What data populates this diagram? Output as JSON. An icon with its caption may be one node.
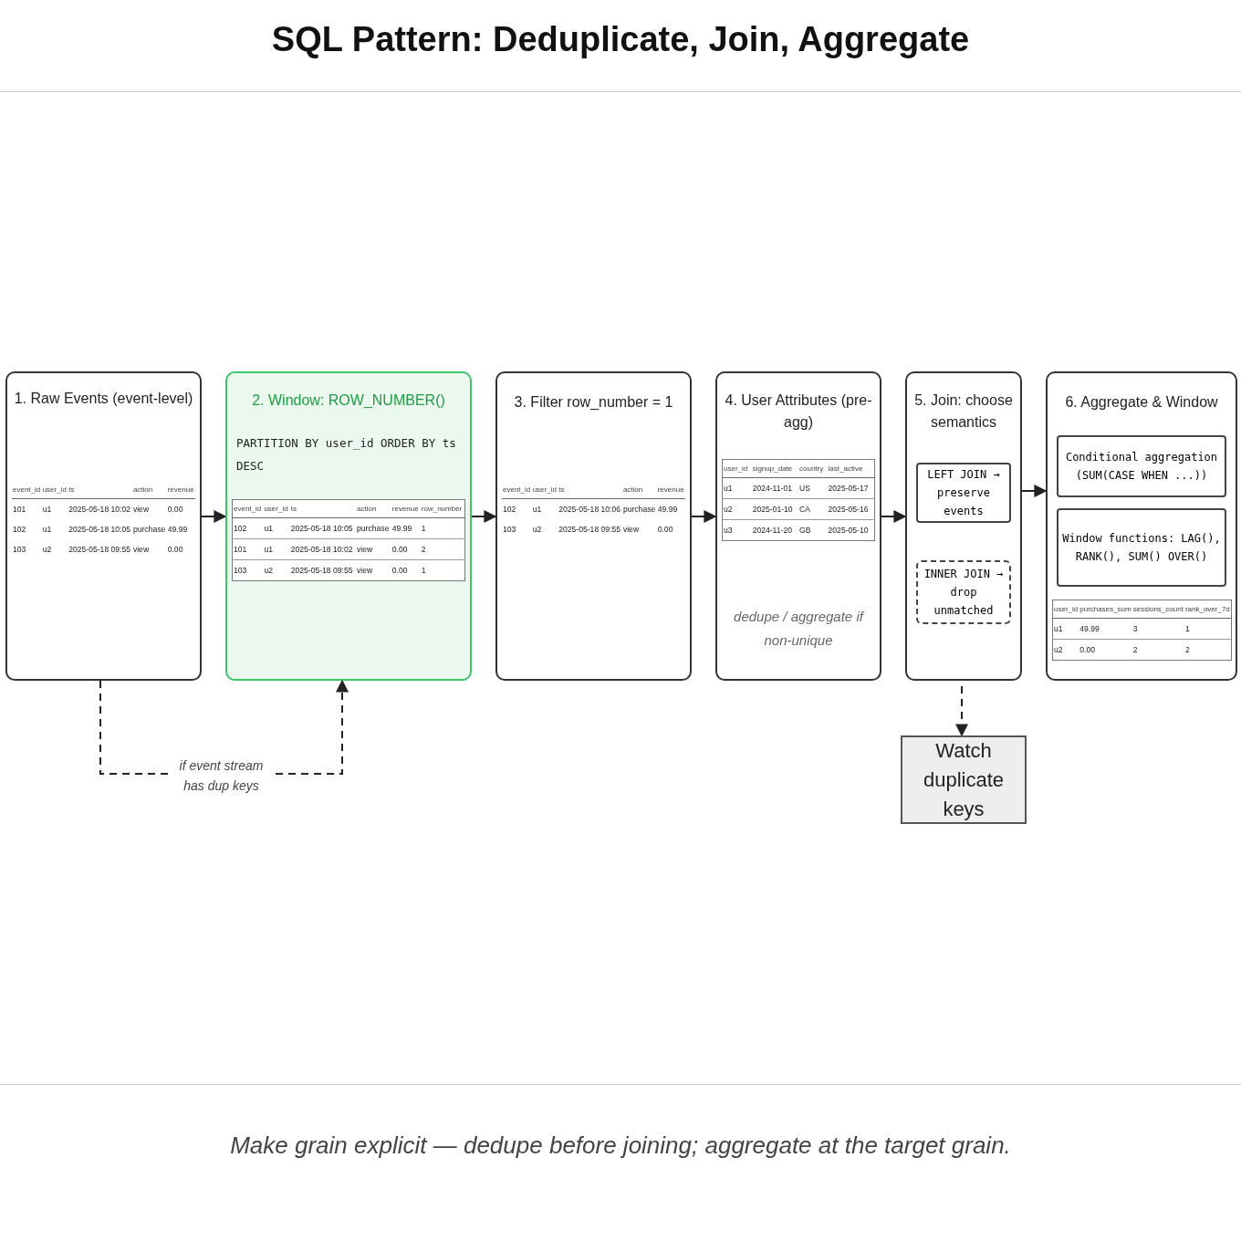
{
  "diagram": {
    "title": "SQL Pattern: Deduplicate, Join, Aggregate",
    "caption": "Make grain explicit — dedupe before joining; aggregate at the target grain.",
    "nodes": [
      {
        "text": [
          "1. Raw Events (event-level)"
        ]
      },
      {
        "text": [
          "2. Window: ROW_NUMBER()",
          "PARTITION BY user_id ORDER BY ts DESC"
        ]
      },
      {
        "text": [
          "3. Filter row_number = 1"
        ]
      },
      {
        "text": [
          "4. User Attributes (pre-agg)",
          "dedupe / aggregate if non-unique"
        ]
      },
      {
        "text": [
          "5. Join: choose semantics"
        ]
      },
      {
        "text": [
          "LEFT JOIN → preserve events"
        ],
        "in": 4
      },
      {
        "text": [
          "INNER JOIN → drop unmatched"
        ],
        "in": 4
      },
      {
        "text": [
          "6. Aggregate & Window"
        ]
      },
      {
        "text": [
          "Conditional aggregation (SUM(CASE WHEN ...))"
        ],
        "in": 7
      },
      {
        "text": [
          "Window functions: LAG(), RANK(), SUM() OVER()"
        ],
        "in": 7
      },
      {
        "text": [
          "Watch duplicate keys"
        ]
      }
    ],
    "edges": [
      {
        "from": 0,
        "to": 1,
        "arrow": "to"
      },
      {
        "from": 1,
        "to": 2,
        "arrow": "to"
      },
      {
        "from": 2,
        "to": 3,
        "arrow": "to"
      },
      {
        "from": 3,
        "to": 4,
        "arrow": "to"
      },
      {
        "from": 5,
        "to": 7,
        "arrow": "to"
      },
      {
        "from": 0,
        "to": 1,
        "arrow": "to",
        "style": "dashed",
        "label": "if event stream has dup keys"
      },
      {
        "from": 6,
        "to": 10,
        "arrow": "to",
        "style": "dashed"
      }
    ],
    "labels": [
      "event_id",
      "user_id",
      "ts",
      "action",
      "revenue",
      "101",
      "u1",
      "2025-05-18 10:02",
      "view",
      "0.00",
      "102",
      "u1",
      "2025-05-18 10:05",
      "purchase",
      "49.99",
      "103",
      "u2",
      "2025-05-18 09:55",
      "view",
      "0.00",
      "event_id",
      "user_id",
      "ts",
      "action",
      "revenue",
      "row_number",
      "102",
      "u1",
      "2025-05-18 10:05",
      "purchase",
      "49.99",
      "1",
      "101",
      "u1",
      "2025-05-18 10:02",
      "view",
      "0.00",
      "2",
      "103",
      "u2",
      "2025-05-18 09:55",
      "view",
      "0.00",
      "1",
      "event_id",
      "user_id",
      "ts",
      "action",
      "revenue",
      "102",
      "u1",
      "2025-05-18 10:06",
      "purchase",
      "49.99",
      "103",
      "u2",
      "2025-05-18 09:55",
      "view",
      "0.00",
      "user_id",
      "signup_date",
      "country",
      "last_active",
      "u1",
      "2024-11-01",
      "US",
      "2025-05-17",
      "u2",
      "2025-01-10",
      "CA",
      "2025-05-16",
      "u3",
      "2024-11-20",
      "GB",
      "2025-05-10",
      "user_id",
      "purchases_sum",
      "sessions_count",
      "rank_over_7d",
      "u1",
      "49.99",
      "3",
      "1",
      "u2",
      "0.00",
      "2",
      "2"
    ]
  }
}
